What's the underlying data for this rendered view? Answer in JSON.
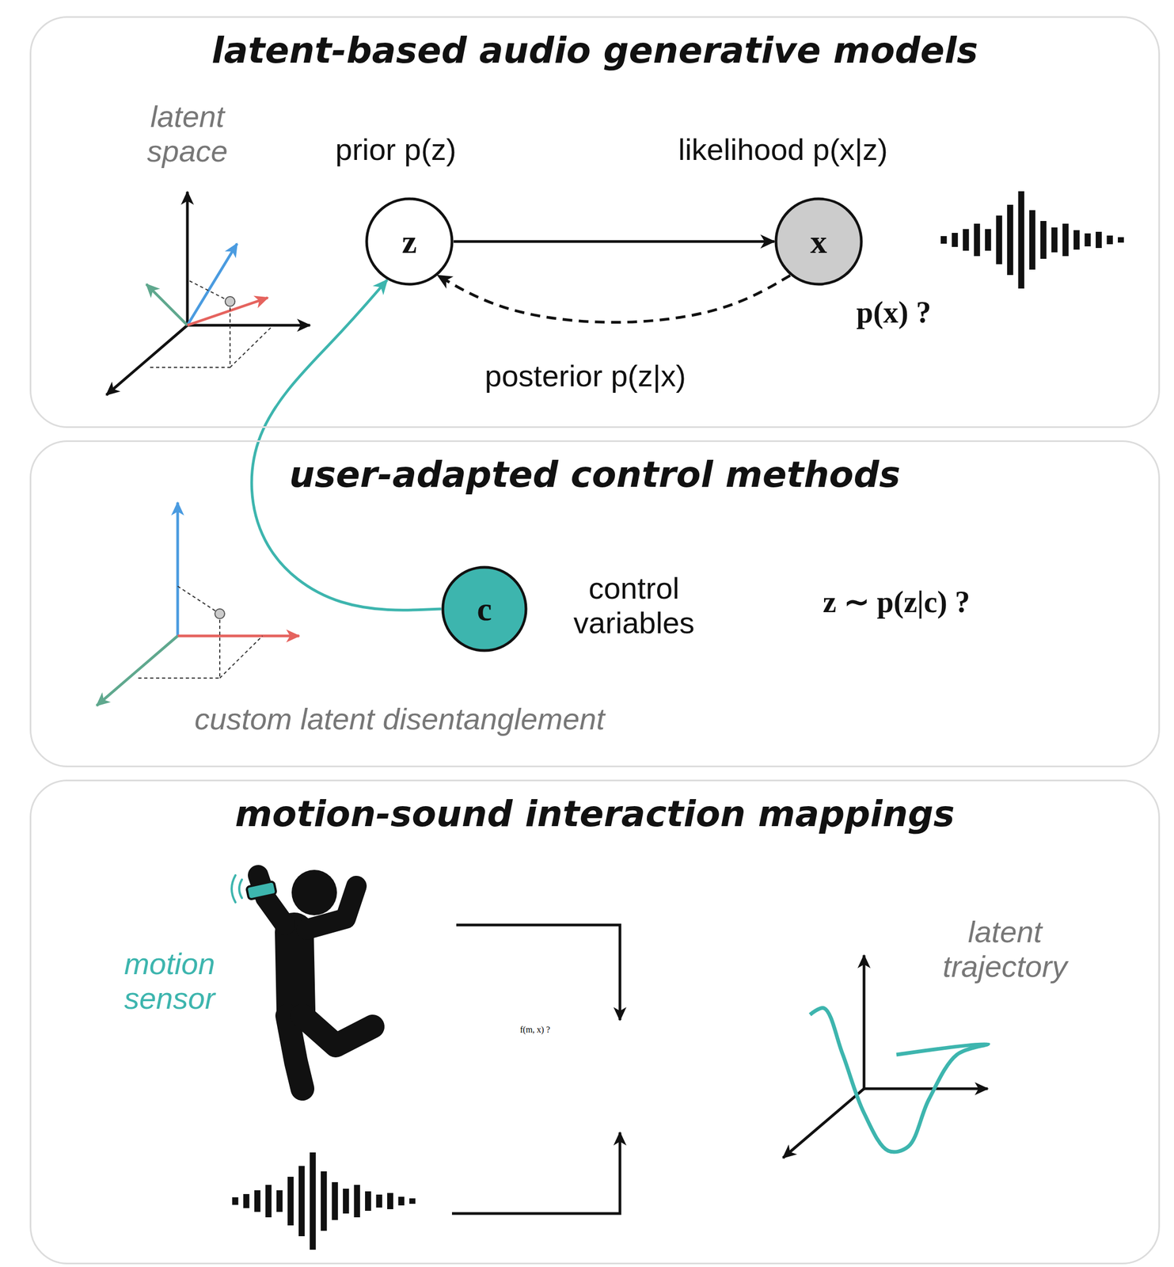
{
  "diagram": {
    "nodes": [
      {
        "text": [
          "latent-based audio generative models"
        ]
      },
      {
        "text": [
          "z"
        ],
        "in": 0
      },
      {
        "text": [
          "x"
        ],
        "in": 0
      },
      {
        "text": [
          "user-adapted control methods"
        ]
      },
      {
        "text": [
          "c"
        ],
        "in": 3
      },
      {
        "text": [
          "motion-sound interaction mappings"
        ]
      },
      {
        "text": [
          "f(m, x) ?"
        ],
        "in": 5
      }
    ],
    "edges": [
      {
        "from": 1,
        "to": 2,
        "arrow": "to"
      },
      {
        "from": 2,
        "to": 1,
        "arrow": "to",
        "label": "posterior p(z|x)"
      },
      {
        "from": 4,
        "to": 1,
        "arrow": "to"
      }
    ],
    "labels": [
      "latent space",
      "prior p(z)",
      "likelihood p(x|z)",
      "p(x) ?",
      "control variables",
      "z ∼ p(z|c) ?",
      "custom latent disentanglement",
      "motion sensor",
      "latent trajectory"
    ]
  }
}
